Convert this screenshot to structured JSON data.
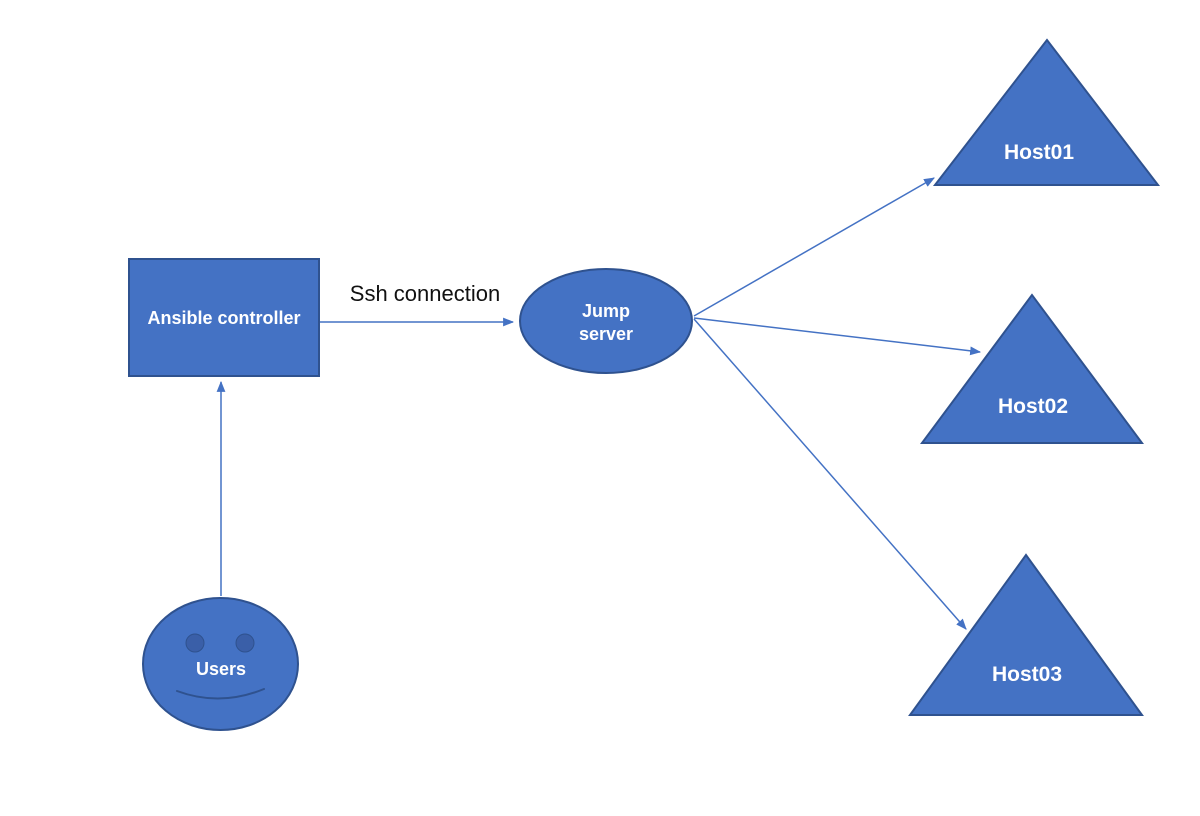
{
  "diagram": {
    "nodes": {
      "users": {
        "label": "Users",
        "shape": "smiley-face"
      },
      "controller": {
        "label": "Ansible controller",
        "shape": "rectangle"
      },
      "jump_server": {
        "label_line1": "Jump",
        "label_line2": "server",
        "shape": "ellipse"
      },
      "host01": {
        "label": "Host01",
        "shape": "triangle"
      },
      "host02": {
        "label": "Host02",
        "shape": "triangle"
      },
      "host03": {
        "label": "Host03",
        "shape": "triangle"
      }
    },
    "edges": [
      {
        "from": "users",
        "to": "controller",
        "label": ""
      },
      {
        "from": "controller",
        "to": "jump_server",
        "label": "Ssh connection"
      },
      {
        "from": "jump_server",
        "to": "host01",
        "label": ""
      },
      {
        "from": "jump_server",
        "to": "host02",
        "label": ""
      },
      {
        "from": "jump_server",
        "to": "host03",
        "label": ""
      }
    ],
    "colors": {
      "shape_fill": "#4472c4",
      "shape_stroke": "#2f528f",
      "connector": "#4472c4",
      "node_text": "#ffffff",
      "edge_label_text": "#111111",
      "eye_fill": "#3a5fa8",
      "smile_stroke": "#2f528f",
      "background": "#ffffff"
    }
  }
}
